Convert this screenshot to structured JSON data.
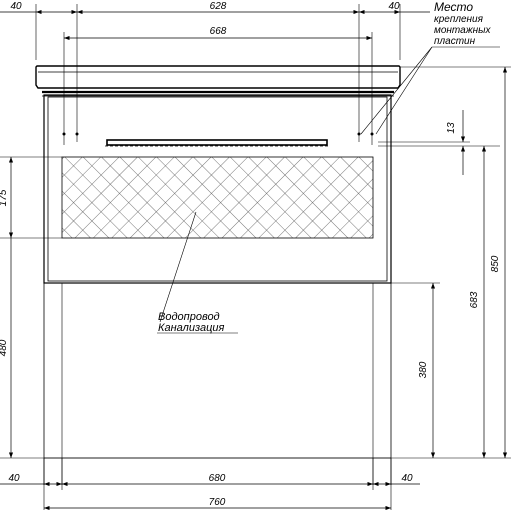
{
  "dimensions": {
    "top_left_offset": "40",
    "top_inner_span": "628",
    "top_right_offset": "40",
    "top_plate_span": "668",
    "plate_height": "13",
    "hatch_height": "175",
    "total_height": "850",
    "plumbing_height": "683",
    "floor_height": "480",
    "drain_height": "380",
    "bottom_left_offset": "40",
    "bottom_inner_width": "680",
    "bottom_right_offset": "40",
    "overall_width": "760"
  },
  "labels": {
    "mount_line1": "Место",
    "mount_line2": "крепления",
    "mount_line3": "монтажных",
    "mount_line4": "пластин",
    "water_supply": "Водопровод",
    "sewer": "Канализация"
  },
  "colors": {
    "line": "#000000",
    "hatch": "#555555",
    "background": "#ffffff"
  }
}
